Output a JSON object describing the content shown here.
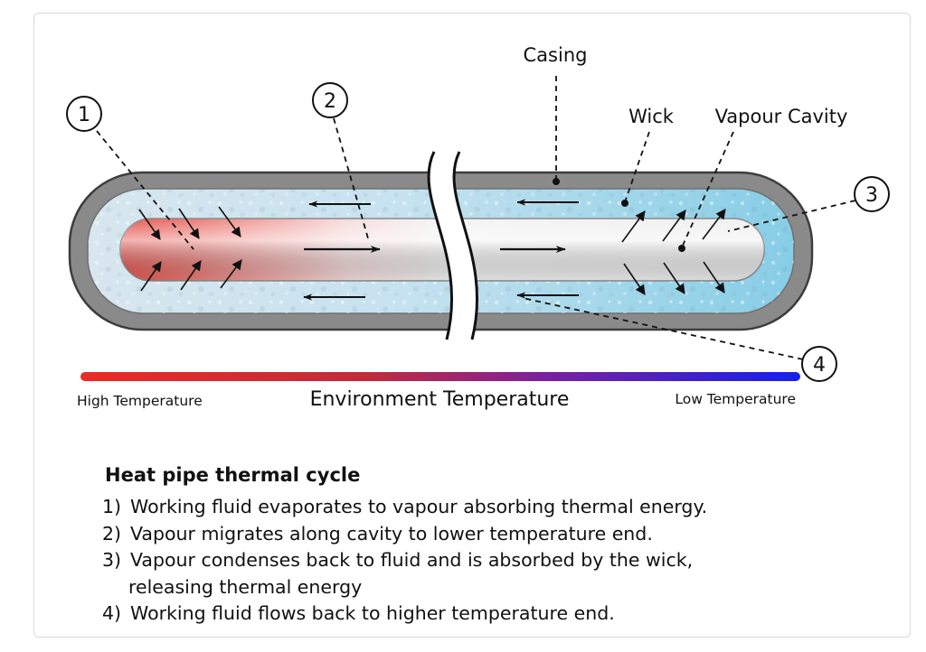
{
  "labels": {
    "casing": "Casing",
    "wick": "Wick",
    "vapour_cavity": "Vapour Cavity",
    "high_temperature": "High Temperature",
    "environment_temperature": "Environment Temperature",
    "low_temperature": "Low Temperature"
  },
  "markers": [
    "1",
    "2",
    "3",
    "4"
  ],
  "legend": {
    "title": "Heat pipe thermal cycle",
    "items": [
      {
        "num": "1)",
        "text": "Working fluid evaporates to vapour absorbing thermal energy.",
        "cont": ""
      },
      {
        "num": "2)",
        "text": "Vapour migrates along cavity to lower temperature end.",
        "cont": ""
      },
      {
        "num": "3)",
        "text": "Vapour condenses back to fluid and is absorbed by the wick,",
        "cont": "releasing thermal energy"
      },
      {
        "num": "4)",
        "text": "Working fluid flows back to higher temperature end.",
        "cont": ""
      }
    ]
  },
  "colors": {
    "hot": "#e8564f",
    "cold": "#1a22e6",
    "wick_light": "#cfe6f2",
    "wick_cold": "#8fd0e8",
    "casing": "#8c8c8c"
  }
}
